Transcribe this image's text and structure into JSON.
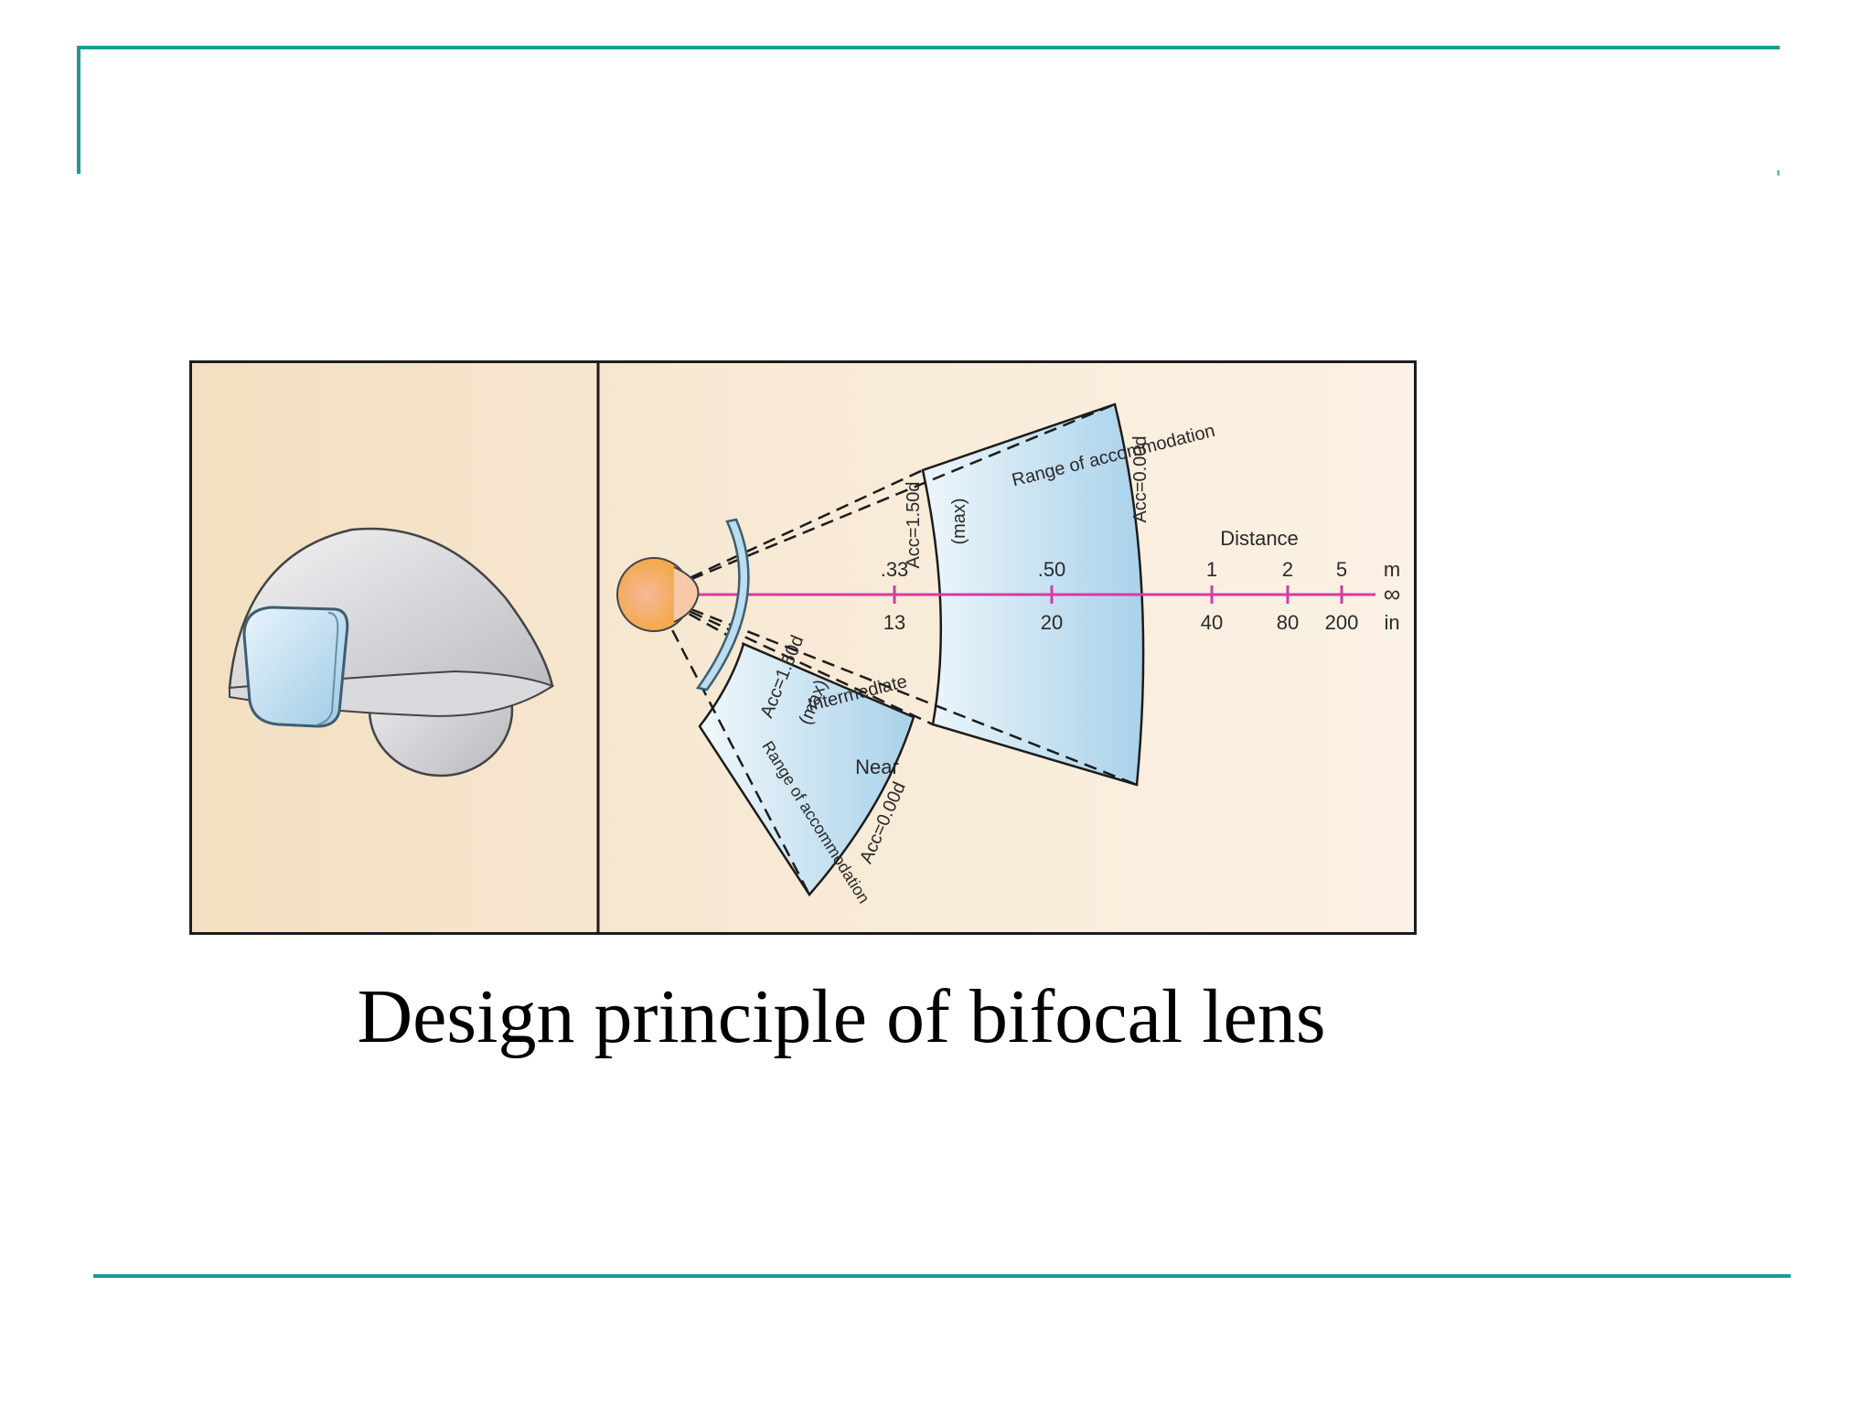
{
  "caption": "Design principle of bifocal lens",
  "colors": {
    "rule": "#1a9c94",
    "optical_axis": "#d63aa8",
    "zone_fill": "#bcdcef",
    "panel_bg": "#f6e6cf"
  },
  "icons": {
    "head": "head-with-bifocal-lens-icon",
    "eye": "eye-icon",
    "lens": "bifocal-lens-icon"
  },
  "diagram": {
    "top_range_label": "Range of accommodation",
    "bottom_range_label": "Range of accommodation",
    "distance_zone": {
      "label": "Distance",
      "acc_max_label": "Acc=1.50d",
      "max_label": "(max)",
      "acc_min_label": "Acc=0.00d"
    },
    "near_zone": {
      "label": "Near",
      "acc_max_label": "Acc=1.50d",
      "max_label": "(max)",
      "acc_min_label": "Acc=0.00d"
    },
    "intermediate_label": "Intermediate",
    "axis": {
      "meters_unit": "m",
      "inches_unit": "in",
      "infinity": "∞",
      "ticks_m": [
        ".33",
        ".50",
        "1",
        "2",
        "5"
      ],
      "ticks_in": [
        "13",
        "20",
        "40",
        "80",
        "200"
      ]
    }
  }
}
